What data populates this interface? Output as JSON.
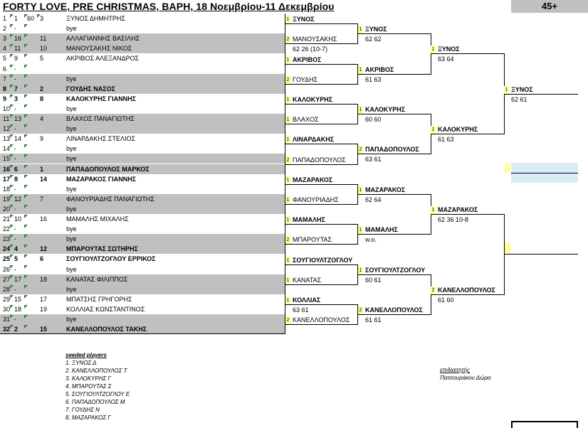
{
  "title": "FORTY LOVE, PRE CHRISTMAS, ΒΑΡΗ, 18 Νοεμβρίου-11 Δεκεμβρίου",
  "category": "45+",
  "draw": [
    {
      "n": "1",
      "seed": "1",
      "rank": "60",
      "extra": "3",
      "name": "ΞΥΝΟΣ ΔΗΜΗΤΡΗΣ",
      "bold": false,
      "gray": false
    },
    {
      "n": "2",
      "seed": "-",
      "rank": "",
      "extra": "",
      "name": "bye",
      "bold": false,
      "gray": false
    },
    {
      "n": "3",
      "seed": "16",
      "rank": "",
      "extra": "11",
      "name": "ΑΛΛΑΓΙΑΝΝΗΣ ΒΑΣΙΛΗΣ",
      "bold": false,
      "gray": true
    },
    {
      "n": "4",
      "seed": "11",
      "rank": "",
      "extra": "10",
      "name": "ΜΑΝΟΥΣΑΚΗΣ ΝΙΚΟΣ",
      "bold": false,
      "gray": true
    },
    {
      "n": "5",
      "seed": "9",
      "rank": "",
      "extra": "5",
      "name": "ΑΚΡΙΒΟΣ ΑΛΕΞΑΝΔΡΟΣ",
      "bold": false,
      "gray": false
    },
    {
      "n": "6",
      "seed": "-",
      "rank": "",
      "extra": "",
      "name": "",
      "bold": false,
      "gray": false
    },
    {
      "n": "7",
      "seed": "-",
      "rank": "",
      "extra": "",
      "name": "bye",
      "bold": false,
      "gray": true
    },
    {
      "n": "8",
      "seed": "7",
      "rank": "",
      "extra": "2",
      "name": "ΓΟΥΔΗΣ ΝΑΣΟΣ",
      "bold": true,
      "gray": true
    },
    {
      "n": "9",
      "seed": "3",
      "rank": "",
      "extra": "8",
      "name": "ΚΑΛΟΚΥΡΗΣ ΓΙΑΝΝΗΣ",
      "bold": true,
      "gray": false
    },
    {
      "n": "10",
      "seed": "-",
      "rank": "",
      "extra": "",
      "name": "bye",
      "bold": false,
      "gray": false
    },
    {
      "n": "11",
      "seed": "13",
      "rank": "",
      "extra": "4",
      "name": "ΒΛΑΧΟΣ ΠΑΝΑΓΙΩΤΗΣ",
      "bold": false,
      "gray": true
    },
    {
      "n": "12",
      "seed": "-",
      "rank": "",
      "extra": "",
      "name": "bye",
      "bold": false,
      "gray": true
    },
    {
      "n": "13",
      "seed": "14",
      "rank": "",
      "extra": "9",
      "name": "ΛΙΝΑΡΔΑΚΗΣ ΣΤΕΛΙΟΣ",
      "bold": false,
      "gray": false
    },
    {
      "n": "14",
      "seed": "-",
      "rank": "",
      "extra": "",
      "name": "bye",
      "bold": false,
      "gray": false
    },
    {
      "n": "15",
      "seed": "-",
      "rank": "",
      "extra": "",
      "name": "bye",
      "bold": false,
      "gray": true
    },
    {
      "n": "16",
      "seed": "6",
      "rank": "",
      "extra": "1",
      "name": "ΠΑΠΑΔΟΠΟΥΛΟΣ ΜΑΡΚΟΣ",
      "bold": true,
      "gray": true
    },
    {
      "n": "17",
      "seed": "8",
      "rank": "",
      "extra": "14",
      "name": "ΜΑΖΑΡΑΚΟΣ ΓΙΑΝΝΗΣ",
      "bold": true,
      "gray": false
    },
    {
      "n": "18",
      "seed": "-",
      "rank": "",
      "extra": "",
      "name": "bye",
      "bold": false,
      "gray": false
    },
    {
      "n": "19",
      "seed": "12",
      "rank": "",
      "extra": "7",
      "name": "ΦΑΝΟΥΡΙΑΔΗΣ ΠΑΝΑΓΙΩΤΗΣ",
      "bold": false,
      "gray": true
    },
    {
      "n": "20",
      "seed": "-",
      "rank": "",
      "extra": "",
      "name": "bye",
      "bold": false,
      "gray": true
    },
    {
      "n": "21",
      "seed": "10",
      "rank": "",
      "extra": "16",
      "name": "ΜΑΜΑΛΗΣ ΜΙΧΑΛΗΣ",
      "bold": false,
      "gray": false
    },
    {
      "n": "22",
      "seed": "-",
      "rank": "",
      "extra": "",
      "name": "bye",
      "bold": false,
      "gray": false
    },
    {
      "n": "23",
      "seed": "-",
      "rank": "",
      "extra": "",
      "name": "bye",
      "bold": false,
      "gray": true
    },
    {
      "n": "24",
      "seed": "4",
      "rank": "",
      "extra": "12",
      "name": "ΜΠΑΡΟΥΤΑΣ ΣΩΤΗΡΗΣ",
      "bold": true,
      "gray": true
    },
    {
      "n": "25",
      "seed": "5",
      "rank": "",
      "extra": "6",
      "name": "ΣΟΥΓΙΟΥΛΤΖΟΓΛΟΥ ΕΡΡΙΚΟΣ",
      "bold": true,
      "gray": false
    },
    {
      "n": "26",
      "seed": "-",
      "rank": "",
      "extra": "",
      "name": "bye",
      "bold": false,
      "gray": false
    },
    {
      "n": "27",
      "seed": "17",
      "rank": "",
      "extra": "18",
      "name": "ΚΑΝΑΤΑΣ ΦΙΛΙΠΠΟΣ",
      "bold": false,
      "gray": true
    },
    {
      "n": "28",
      "seed": "-",
      "rank": "",
      "extra": "",
      "name": "bye",
      "bold": false,
      "gray": true
    },
    {
      "n": "29",
      "seed": "15",
      "rank": "",
      "extra": "17",
      "name": "ΜΠΑΤΣΗΣ ΓΡΗΓΟΡΗΣ",
      "bold": false,
      "gray": false
    },
    {
      "n": "30",
      "seed": "18",
      "rank": "",
      "extra": "19",
      "name": "ΚΟΛΛΙΑΣ ΚΩΝΣΤΑΝΤΙΝΟΣ",
      "bold": false,
      "gray": false
    },
    {
      "n": "31",
      "seed": "-",
      "rank": "",
      "extra": "",
      "name": "bye",
      "bold": false,
      "gray": true
    },
    {
      "n": "32",
      "seed": "2",
      "rank": "",
      "extra": "15",
      "name": "ΚΑΝΕΛΛΟΠΟΥΛΟΣ ΤΑΚΗΣ",
      "bold": true,
      "gray": true
    }
  ],
  "r1": [
    {
      "seed": "1",
      "winner": "ΞΥΝΟΣ",
      "score": ""
    },
    {
      "seed": "2",
      "winner": "ΜΑΝΟΥΣΑΚΗΣ",
      "score": "62 26 (10-7)"
    },
    {
      "seed": "1",
      "winner": "ΑΚΡΙΒΟΣ",
      "score": ""
    },
    {
      "seed": "2",
      "winner": "ΓΟΥΔΗΣ",
      "score": ""
    },
    {
      "seed": "1",
      "winner": "ΚΑΛΟΚΥΡΗΣ",
      "score": ""
    },
    {
      "seed": "1",
      "winner": "ΒΛΑΧΟΣ",
      "score": ""
    },
    {
      "seed": "1",
      "winner": "ΛΙΝΑΡΔΑΚΗΣ",
      "score": ""
    },
    {
      "seed": "2",
      "winner": "ΠΑΠΑΔΟΠΟΥΛΟΣ",
      "score": ""
    },
    {
      "seed": "1",
      "winner": "ΜΑΖΑΡΑΚΟΣ",
      "score": ""
    },
    {
      "seed": "1",
      "winner": "ΦΑΝΟΥΡΙΑΔΗΣ",
      "score": ""
    },
    {
      "seed": "1",
      "winner": "ΜΑΜΑΛΗΣ",
      "score": ""
    },
    {
      "seed": "2",
      "winner": "ΜΠΑΡΟΥΤΑΣ",
      "score": ""
    },
    {
      "seed": "1",
      "winner": "ΣΟΥΓΙΟΥΛΤΖΟΓΛΟΥ",
      "score": ""
    },
    {
      "seed": "1",
      "winner": "ΚΑΝΑΤΑΣ",
      "score": ""
    },
    {
      "seed": "1",
      "winner": "ΚΟΛΛΙΑΣ",
      "score": "63 61"
    },
    {
      "seed": "2",
      "winner": "ΚΑΝΕΛΛΟΠΟΥΛΟΣ",
      "score": ""
    }
  ],
  "r2": [
    {
      "seed": "1",
      "winner": "ΞΥΝΟΣ",
      "score": "62 62"
    },
    {
      "seed": "1",
      "winner": "ΑΚΡΙΒΟΣ",
      "score": "61 63"
    },
    {
      "seed": "1",
      "winner": "ΚΑΛΟΚΥΡΗΣ",
      "score": "60 60"
    },
    {
      "seed": "2",
      "winner": "ΠΑΠΑΔΟΠΟΥΛΟΣ",
      "score": "63 61"
    },
    {
      "seed": "1",
      "winner": "ΜΑΖΑΡΑΚΟΣ",
      "score": "62 64"
    },
    {
      "seed": "1",
      "winner": "ΜΑΜΑΛΗΣ",
      "score": "w.o."
    },
    {
      "seed": "1",
      "winner": "ΣΟΥΓΙΟΥΛΤΖΟΓΛΟΥ",
      "score": "60 61"
    },
    {
      "seed": "2",
      "winner": "ΚΑΝΕΛΛΟΠΟΥΛΟΣ",
      "score": "61 61"
    }
  ],
  "r3": [
    {
      "seed": "1",
      "winner": "ΞΥΝΟΣ",
      "score": "63 64"
    },
    {
      "seed": "1",
      "winner": "ΚΑΛΟΚΥΡΗΣ",
      "score": "61 63"
    },
    {
      "seed": "1",
      "winner": "ΜΑΖΑΡΑΚΟΣ",
      "score": "62 36 10-8"
    },
    {
      "seed": "2",
      "winner": "ΚΑΝΕΛΛΟΠΟΥΛΟΣ",
      "score": "61 60"
    }
  ],
  "r4": [
    {
      "seed": "1",
      "winner": "ΞΥΝΟΣ",
      "score": "62 61"
    },
    {
      "seed": "",
      "winner": "",
      "score": ""
    }
  ],
  "legend": {
    "heading": "seeded players",
    "items": [
      "1. ΞΥΝΟΣ Δ",
      "2. ΚΑΝΕΛΛΟΠΟΥΛΟΣ Τ",
      "3. ΚΑΛΟΚΥΡΗΣ Γ",
      "4. ΜΠΑΡΟΥΤΑΣ Σ",
      "5. ΣΟΥΓΙΟΥΛΤΖΟΓΛΟΥ Ε",
      "6. ΠΑΠΑΔΟΠΟΥΛΟΣ Μ",
      "7. ΓΟΥΔΗΣ Ν",
      "8. ΜΑΖΑΡΑΚΟΣ Γ"
    ]
  },
  "referee": {
    "label": "επιδιαιτητής",
    "name": "Πατσουράκου Δώρα"
  },
  "colors": {
    "gray": "#c0c0c0",
    "seed_box": "#ffff99",
    "marker": "#2e8b2e",
    "highlight": "#d9edf7"
  }
}
